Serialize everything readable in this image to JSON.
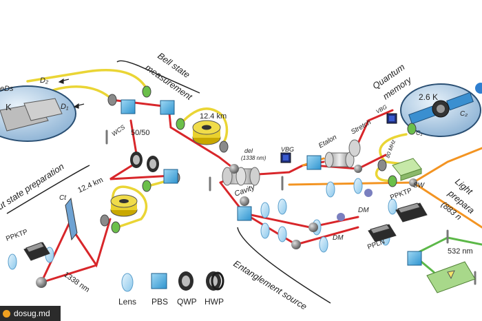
{
  "labels": {
    "bell_state": [
      "Bell state",
      "measurement"
    ],
    "quantum_memory": [
      "Quantum",
      "memory"
    ],
    "temp_right": "2.6 K",
    "temp_left": "K",
    "dets": "eDs",
    "d2": "D₂",
    "d1": "D₁",
    "fiber_top": "12.4 km",
    "fiber_left": "12.4 km",
    "bs_5050": "50/50",
    "wcs": "WCS",
    "del": "del",
    "del_wl": "(1338 nm)",
    "vbg_mid": "VBG",
    "vbg_right": "VBG",
    "cavity": "Cavity",
    "etalon": "Etalon",
    "stretch": "Stretch",
    "eighty_mhz": "80 MHz",
    "sw": "SW",
    "c1": "C₁",
    "c2": "C₂",
    "light_prep": [
      "Light",
      "prepara",
      "(883 n"
    ],
    "ent_source": "Entanglement source",
    "input_state": "ut state preparation",
    "ct": "Ct",
    "ppktp_left": "PPKTP",
    "ppktp_right": "PPKTP",
    "ppln": "PPLN",
    "dm1": "DM",
    "dm2": "DM",
    "wl_1338": "1338 nm",
    "wl_532": "532 nm"
  },
  "legend": [
    {
      "key": "lens",
      "label": "Lens"
    },
    {
      "key": "pbs",
      "label": "PBS"
    },
    {
      "key": "qwp",
      "label": "QWP"
    },
    {
      "key": "hwp",
      "label": "HWP"
    }
  ],
  "watermark": "dosug.md",
  "colors": {
    "laser_red": "#d8262a",
    "laser_orange": "#f39422",
    "laser_green": "#5cb848",
    "fiber_yellow": "#ead535",
    "pbs_blue": "#54b7e6",
    "lens_blue": "#b8def4",
    "crystal_green": "#9fd27c"
  }
}
